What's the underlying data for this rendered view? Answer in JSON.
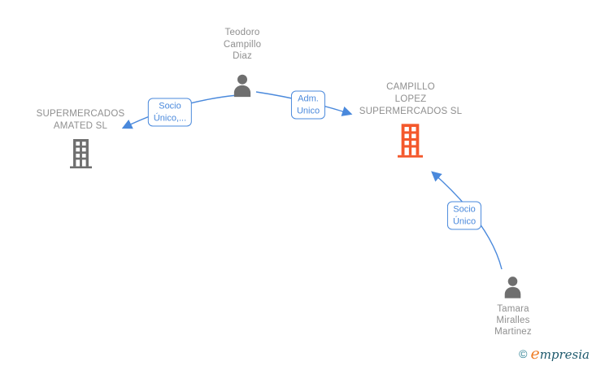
{
  "diagram": {
    "background_color": "#ffffff",
    "edge_color": "#4a89dc",
    "node_label_color": "#8f8f8f",
    "icon_gray_color": "#6f6f6f",
    "highlight_orange_color": "#f4582c",
    "nodes": {
      "teodoro": {
        "type": "person",
        "icon": "person-icon",
        "name": "Teodoro Campillo Diaz",
        "name_lines": [
          "Teodoro",
          "Campillo",
          "Diaz"
        ]
      },
      "amated": {
        "type": "company",
        "icon": "building-icon",
        "name": "SUPERMERCADOS AMATED SL",
        "name_lines": [
          "SUPERMERCADOS",
          "AMATED SL"
        ]
      },
      "campillo_lopez": {
        "type": "company",
        "icon": "building-icon",
        "highlighted": true,
        "name": "CAMPILLO LOPEZ SUPERMERCADOS SL",
        "name_lines": [
          "CAMPILLO",
          "LOPEZ",
          "SUPERMERCADOS SL"
        ]
      },
      "tamara": {
        "type": "person",
        "icon": "person-icon",
        "name": "Tamara Miralles Martinez",
        "name_lines": [
          "Tamara",
          "Miralles",
          "Martinez"
        ]
      }
    },
    "edges": [
      {
        "from": "teodoro",
        "to": "amated",
        "label": "Socio Único,...",
        "label_lines": [
          "Socio",
          "Único,..."
        ]
      },
      {
        "from": "teodoro",
        "to": "campillo_lopez",
        "label": "Adm. Unico",
        "label_lines": [
          "Adm.",
          "Unico"
        ]
      },
      {
        "from": "tamara",
        "to": "campillo_lopez",
        "label": "Socio Único",
        "label_lines": [
          "Socio",
          "Único"
        ]
      }
    ]
  },
  "watermark": {
    "copyright_symbol": "©",
    "brand_first_letter": "e",
    "brand_rest": "mpresia",
    "brand_name": "empresia",
    "copyright_color": "#2b7f92",
    "first_letter_color": "#ef7d25",
    "brand_color": "#1e5a6d"
  }
}
